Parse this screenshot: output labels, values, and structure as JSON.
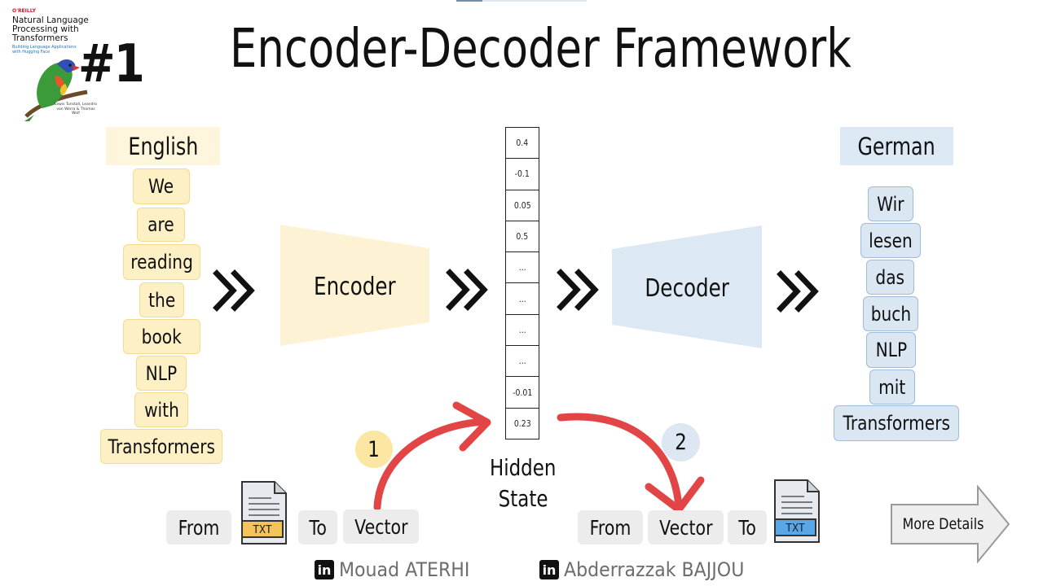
{
  "title": "Encoder-Decoder Framework",
  "badge": "#1",
  "book": {
    "publisher": "O'REILLY",
    "title": "Natural Language Processing with Transformers",
    "subtitle": "Building Language Applications with Hugging Face",
    "authors": "Lewis Tunstall, Leandro von Werra & Thomas Wolf"
  },
  "source": {
    "language": "English",
    "words": [
      "We",
      "are",
      "reading",
      "the",
      "book",
      "NLP",
      "with",
      "Transformers"
    ]
  },
  "target": {
    "language": "German",
    "words": [
      "Wir",
      "lesen",
      "das",
      "buch",
      "NLP",
      "mit",
      "Transformers"
    ]
  },
  "encoder_label": "Encoder",
  "decoder_label": "Decoder",
  "hidden_state": {
    "label_line1": "Hidden",
    "label_line2": "State",
    "values": [
      "0.4",
      "-0.1",
      "0.05",
      "0.5",
      "...",
      "...",
      "...",
      "...",
      "-0.01",
      "0.23"
    ]
  },
  "flow_left": {
    "number": "1",
    "from_label": "From",
    "doc_label": "TXT",
    "to_label": "To",
    "target_label": "Vector"
  },
  "flow_right": {
    "number": "2",
    "from_label": "From",
    "source_label": "Vector",
    "to_label": "To",
    "doc_label": "TXT"
  },
  "more_details": "More Details",
  "credits": [
    {
      "icon": "in",
      "name": "Mouad ATERHI"
    },
    {
      "icon": "in",
      "name": "Abderrazzak BAJJOU"
    }
  ],
  "colors": {
    "encoder_fill": "#fdf3d4",
    "decoder_fill": "#dce8f4",
    "arrow_red": "#e14545",
    "chevron": "#111111"
  }
}
